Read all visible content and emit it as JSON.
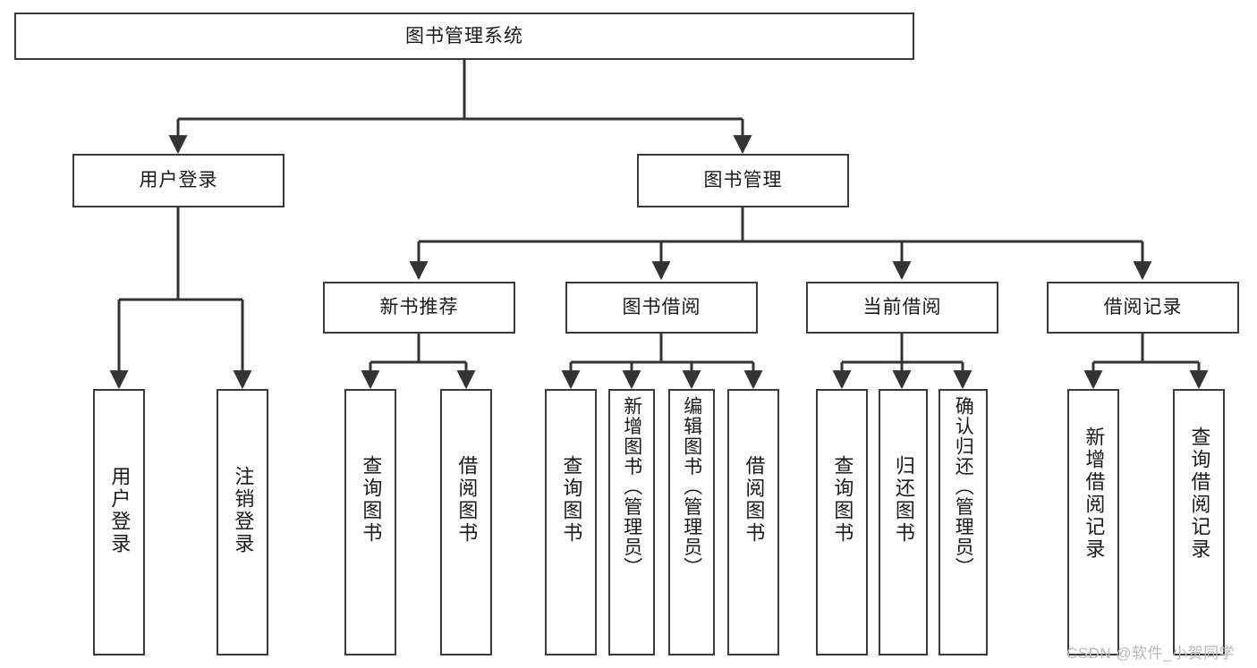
{
  "diagram": {
    "type": "tree",
    "title": "图书管理系统",
    "root": {
      "id": "root",
      "label": "图书管理系统"
    },
    "tier2": [
      {
        "id": "user-login",
        "label": "用户登录"
      },
      {
        "id": "book-manage",
        "label": "图书管理"
      }
    ],
    "tier3": [
      {
        "id": "new-book-recommend",
        "label": "新书推荐",
        "parent": "book-manage"
      },
      {
        "id": "book-borrow",
        "label": "图书借阅",
        "parent": "book-manage"
      },
      {
        "id": "current-borrow",
        "label": "当前借阅",
        "parent": "book-manage"
      },
      {
        "id": "borrow-record",
        "label": "借阅记录",
        "parent": "book-manage"
      }
    ],
    "leaves": [
      {
        "id": "leaf-user-login",
        "label": "用户登录",
        "parent": "user-login"
      },
      {
        "id": "leaf-user-logout",
        "label": "注销登录",
        "parent": "user-login"
      },
      {
        "id": "leaf-query-book-1",
        "label": "查询图书",
        "parent": "new-book-recommend"
      },
      {
        "id": "leaf-borrow-book-1",
        "label": "借阅图书",
        "parent": "new-book-recommend"
      },
      {
        "id": "leaf-query-book-2",
        "label": "查询图书",
        "parent": "book-borrow"
      },
      {
        "id": "leaf-add-book",
        "label": "新增图书（管理员）",
        "parent": "book-borrow"
      },
      {
        "id": "leaf-edit-book",
        "label": "编辑图书（管理员）",
        "parent": "book-borrow"
      },
      {
        "id": "leaf-borrow-book-2",
        "label": "借阅图书",
        "parent": "book-borrow"
      },
      {
        "id": "leaf-query-book-3",
        "label": "查询图书",
        "parent": "current-borrow"
      },
      {
        "id": "leaf-return-book",
        "label": "归还图书",
        "parent": "current-borrow"
      },
      {
        "id": "leaf-confirm-return",
        "label": "确认归还（管理员）",
        "parent": "current-borrow"
      },
      {
        "id": "leaf-add-record",
        "label": "新增借阅记录",
        "parent": "borrow-record"
      },
      {
        "id": "leaf-query-record",
        "label": "查询借阅记录",
        "parent": "borrow-record"
      }
    ],
    "watermark": "CSDN @软件_小贺同学",
    "colors": {
      "border": "#3a3a3a",
      "connector": "#333333",
      "text": "#1a1a1a",
      "background": "#ffffff",
      "watermark": "#b9b9b9"
    }
  }
}
